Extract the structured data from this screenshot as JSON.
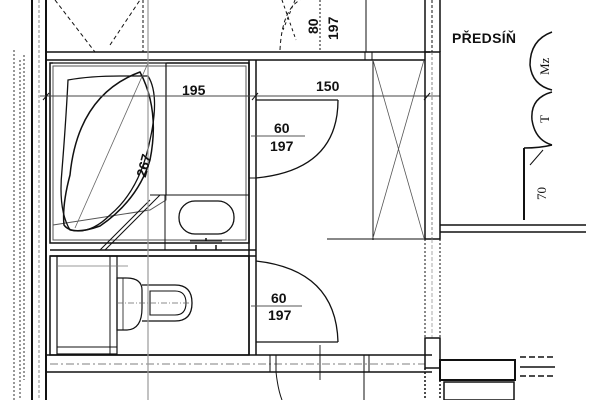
{
  "plan": {
    "type": "architectural floor plan",
    "rooms": [
      {
        "id": "hallway",
        "label": "PŘEDSÍŇ"
      }
    ],
    "dimensions": {
      "top_door": {
        "width": "80",
        "height": "197"
      },
      "bathroom_width": "195",
      "hallway_width": "150",
      "bathtub": "267",
      "bathroom_door": {
        "width": "60",
        "height": "197"
      },
      "wc_door": {
        "width": "60",
        "height": "197"
      }
    },
    "right_side_marks": [
      "Mz",
      "T",
      "70"
    ],
    "fixtures": [
      "corner-bathtub",
      "washbasin",
      "toilet",
      "installation-wall",
      "shaft"
    ],
    "colors": {
      "line": "#111111",
      "thin_line": "#555555",
      "background": "#ffffff"
    }
  }
}
